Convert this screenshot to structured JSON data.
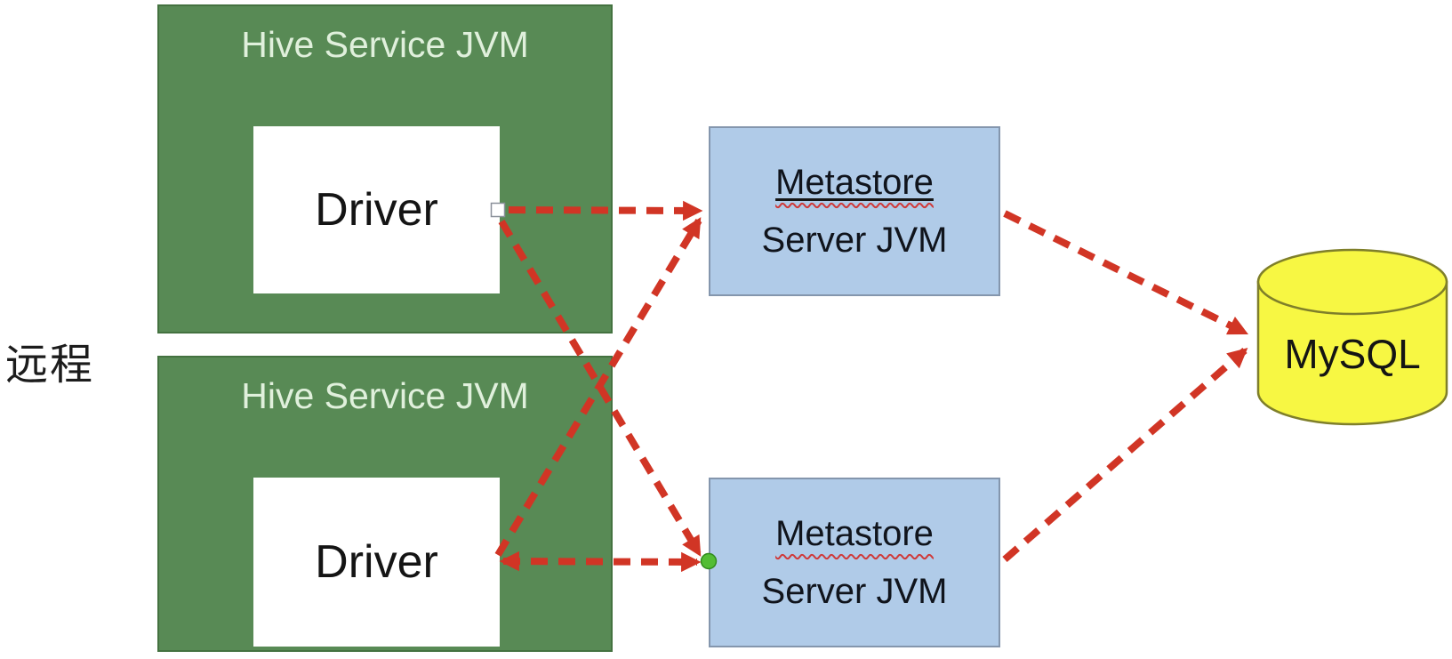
{
  "labels": {
    "region": "远程"
  },
  "hive_top": {
    "title": "Hive Service JVM",
    "driver": "Driver"
  },
  "hive_bottom": {
    "title": "Hive Service JVM",
    "driver": "Driver"
  },
  "metastore_top": {
    "line1": "Metastore",
    "line2": "Server JVM"
  },
  "metastore_bottom": {
    "line1": "Metastore",
    "line2": "Server JVM"
  },
  "mysql": {
    "label": "MySQL"
  },
  "colors": {
    "hive_box_green": "#588a55",
    "hive_title_text": "#e0f0dc",
    "metastore_blue": "#b0cbe8",
    "metastore_border": "#8496ad",
    "arrow_red": "#d13525",
    "mysql_fill_yellow": "#f7f743",
    "mysql_stroke": "#7f7f2a",
    "connector_dot_green": "#53bd34",
    "handle_white": "#ffffff",
    "text_black": "#141414",
    "spellcheck_wave_red": "#cf3a3a"
  },
  "connections": [
    {
      "from": "hive-top-driver",
      "to": "metastore-top",
      "style": "red-dashed-arrow"
    },
    {
      "from": "hive-top-driver",
      "to": "metastore-bottom",
      "style": "red-dashed-arrow"
    },
    {
      "from": "hive-bottom-driver",
      "to": "metastore-top",
      "style": "red-dashed-arrow"
    },
    {
      "from": "hive-bottom-driver",
      "to": "metastore-bottom",
      "style": "red-dashed-arrow"
    },
    {
      "from": "metastore-top",
      "to": "mysql",
      "style": "red-dashed-arrow"
    },
    {
      "from": "metastore-bottom",
      "to": "mysql",
      "style": "red-dashed-arrow"
    }
  ]
}
